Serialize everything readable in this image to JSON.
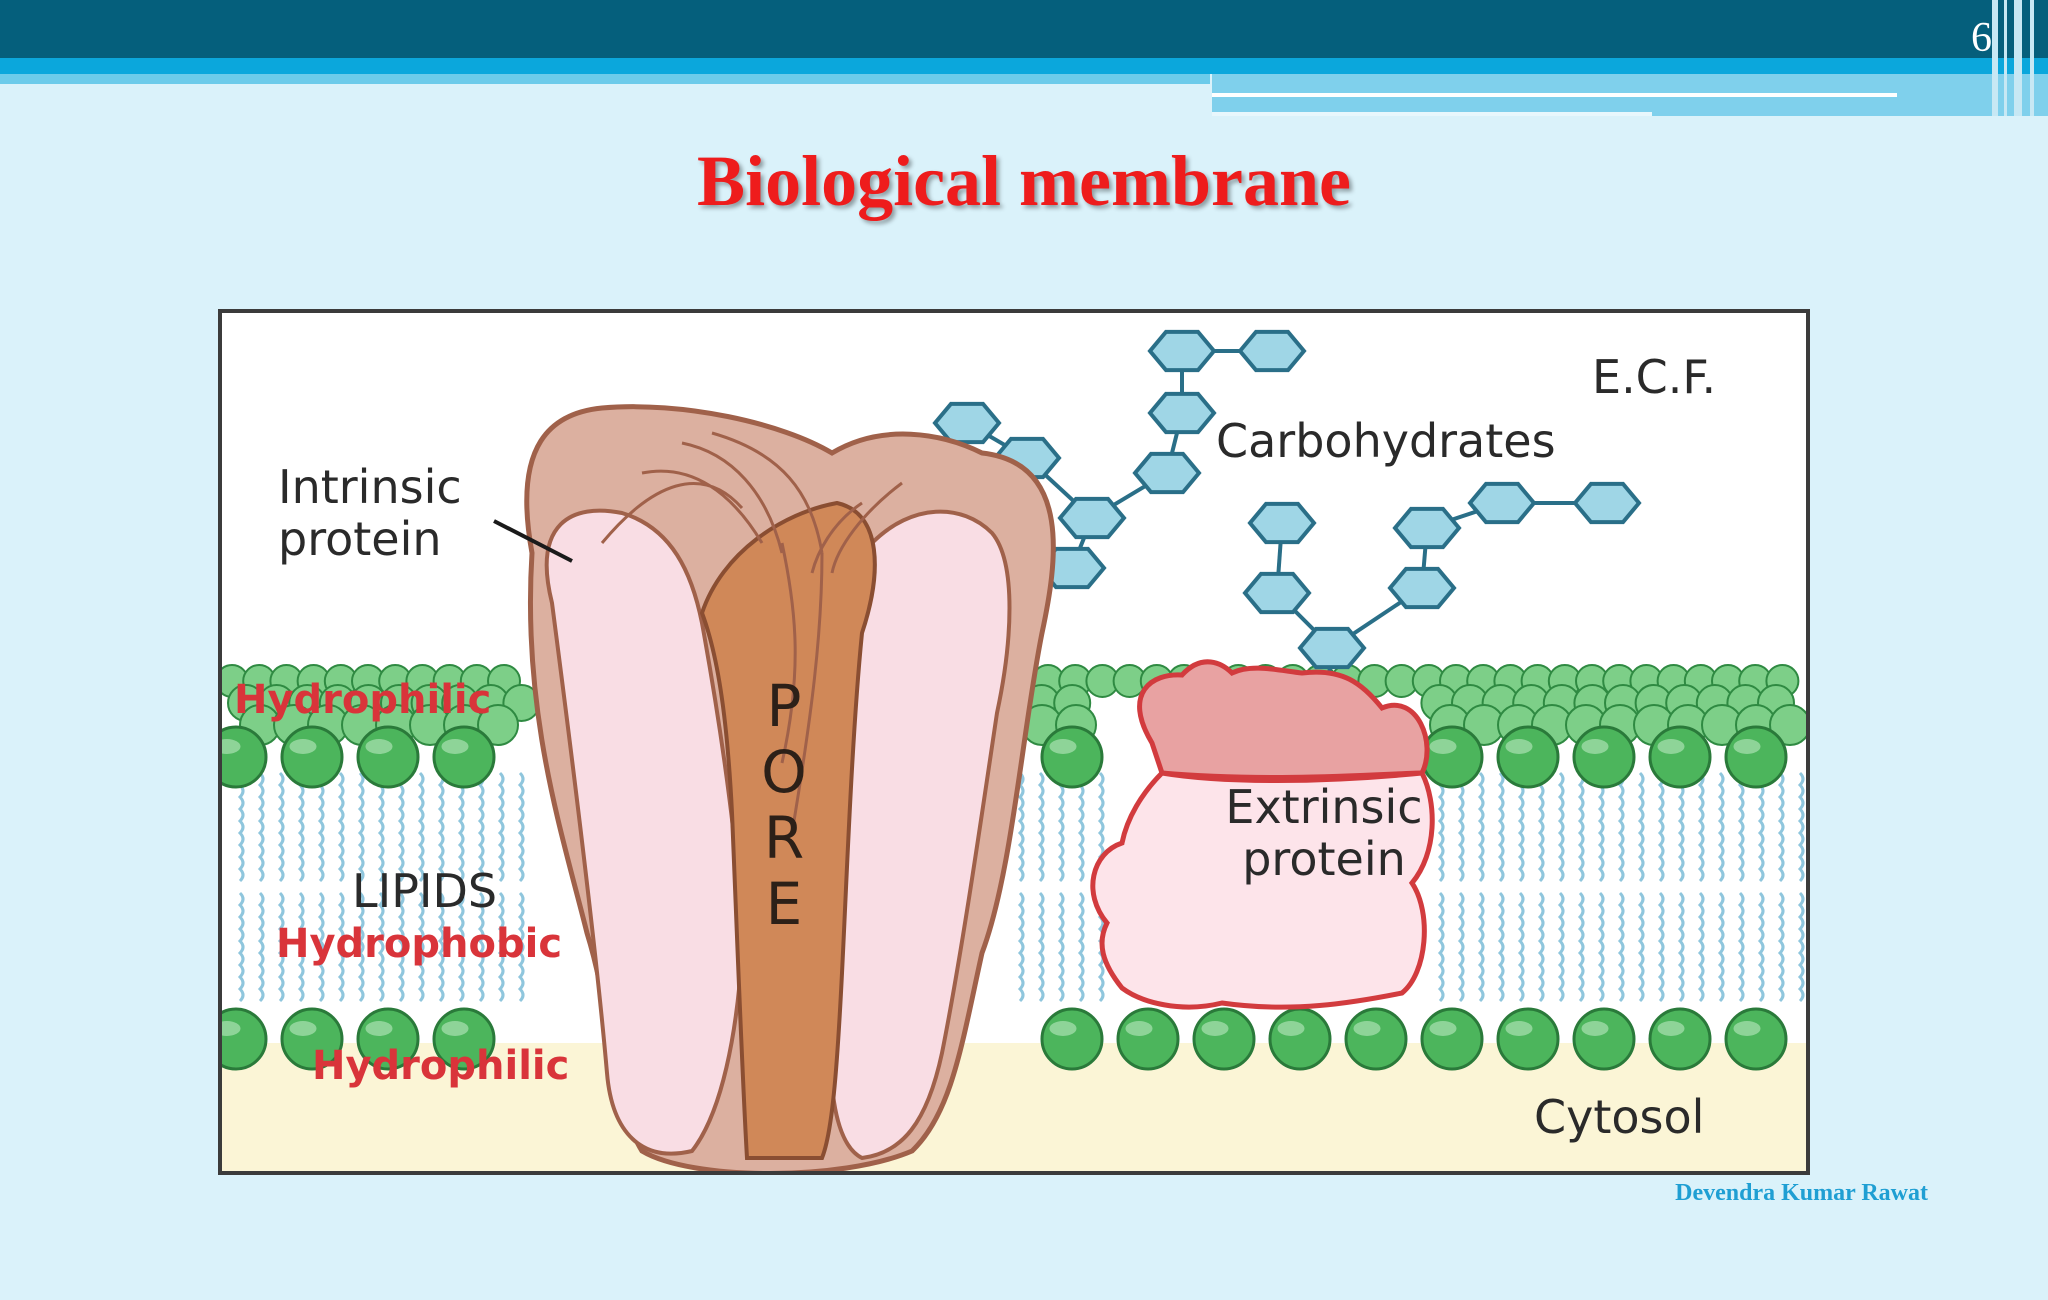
{
  "slide": {
    "number": "6",
    "title": "Biological membrane",
    "author": "Devendra Kumar Rawat"
  },
  "diagram": {
    "labels": {
      "ecf": "E.C.F.",
      "carbohydrates": "Carbohydrates",
      "intrinsic_protein": "Intrinsic protein",
      "hydrophilic_top": "Hydrophilic",
      "lipids": "LIPIDS",
      "hydrophobic": "Hydrophobic",
      "hydrophilic_bottom": "Hydrophilic",
      "pore": "PORE",
      "extrinsic_protein": "Extrinsic protein",
      "cytosol": "Cytosol"
    }
  },
  "colors": {
    "header_dark": "#055f7c",
    "header_bright": "#0ba7dc",
    "background": "#daf2fa",
    "title_red": "#ee1c1c",
    "label_red": "#d9343a",
    "lipid_head_green": "#3fae52",
    "carbohydrate_blue": "#9fd6e6",
    "protein_brown": "#d8a08a",
    "cytosol_cream": "#fbf5d6"
  }
}
